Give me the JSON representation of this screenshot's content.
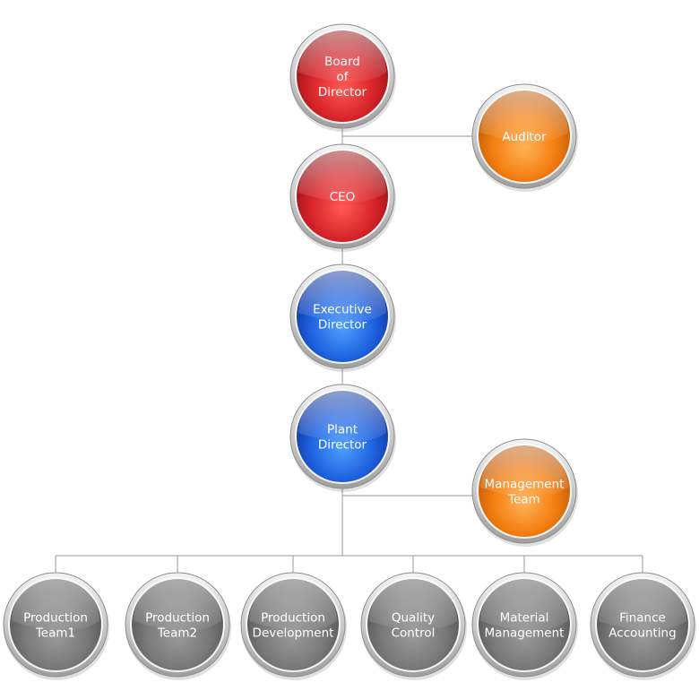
{
  "colors": {
    "red": "#d8252b",
    "orange": "#f47f10",
    "blue": "#1f63e0",
    "gray": "#808080",
    "connector": "#9a9a9a"
  },
  "nodes": {
    "board": {
      "lines": [
        "Board",
        "of",
        "Director"
      ],
      "color": "red"
    },
    "auditor": {
      "lines": [
        "Auditor"
      ],
      "color": "orange"
    },
    "ceo": {
      "lines": [
        "CEO"
      ],
      "color": "red"
    },
    "executive": {
      "lines": [
        "Executive",
        "Director"
      ],
      "color": "blue"
    },
    "plant": {
      "lines": [
        "Plant",
        "Director"
      ],
      "color": "blue"
    },
    "management": {
      "lines": [
        "Management",
        "Team"
      ],
      "color": "orange"
    },
    "prod1": {
      "lines": [
        "Production",
        "Team1"
      ],
      "color": "gray"
    },
    "prod2": {
      "lines": [
        "Production",
        "Team2"
      ],
      "color": "gray"
    },
    "proddev": {
      "lines": [
        "Production",
        "Development"
      ],
      "color": "gray"
    },
    "quality": {
      "lines": [
        "Quality",
        "Control"
      ],
      "color": "gray"
    },
    "material": {
      "lines": [
        "Material",
        "Management"
      ],
      "color": "gray"
    },
    "finance": {
      "lines": [
        "Finance",
        "Accounting"
      ],
      "color": "gray"
    }
  }
}
